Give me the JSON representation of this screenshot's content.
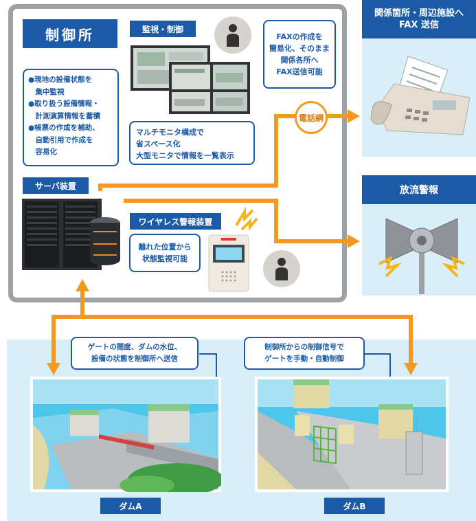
{
  "control_center": {
    "title": "制御所",
    "features": "●現地の設備状態を\n　集中監視\n●取り扱う設備情報・\n　計測演算情報を蓄積\n●帳票の作成を補助、\n　自動引用で作成を\n　容易化",
    "monitoring_label": "監視・制御",
    "fax_note": "FAXの作成を\n簡易化、そのまま\n関係各所へ\nFAX送信可能",
    "monitor_note": "マルチモニタ構成で\n省スペース化\n大型モニタで情報を一覧表示",
    "server_label": "サーバ装置",
    "wireless_label": "ワイヤレス警報装置",
    "wireless_note": "離れた位置から\n状態監視可能",
    "phone_network": "電話網"
  },
  "fax_target": {
    "title": "関係箇所・周辺施設へ\nFAX 送信"
  },
  "alarm": {
    "title": "放流警報"
  },
  "dams": {
    "callout_a": "ゲートの開度、ダムの水位、\n設備の状態を制御所へ送信",
    "callout_b": "制御所からの制御信号で\nゲートを手動・自動制御",
    "dam_a_label": "ダムA",
    "dam_b_label": "ダムB"
  },
  "colors": {
    "navy": "#1a5aa6",
    "orange": "#f39a1e",
    "light_blue": "#d8eef8",
    "gray_frame": "#9ea2a5"
  },
  "icons": [
    "person-icon",
    "monitor-screens",
    "server-rack-icon",
    "database-icon",
    "fax-machine-icon",
    "siren-speaker-icon",
    "wireless-alarm-device-icon",
    "lightning-icon"
  ]
}
